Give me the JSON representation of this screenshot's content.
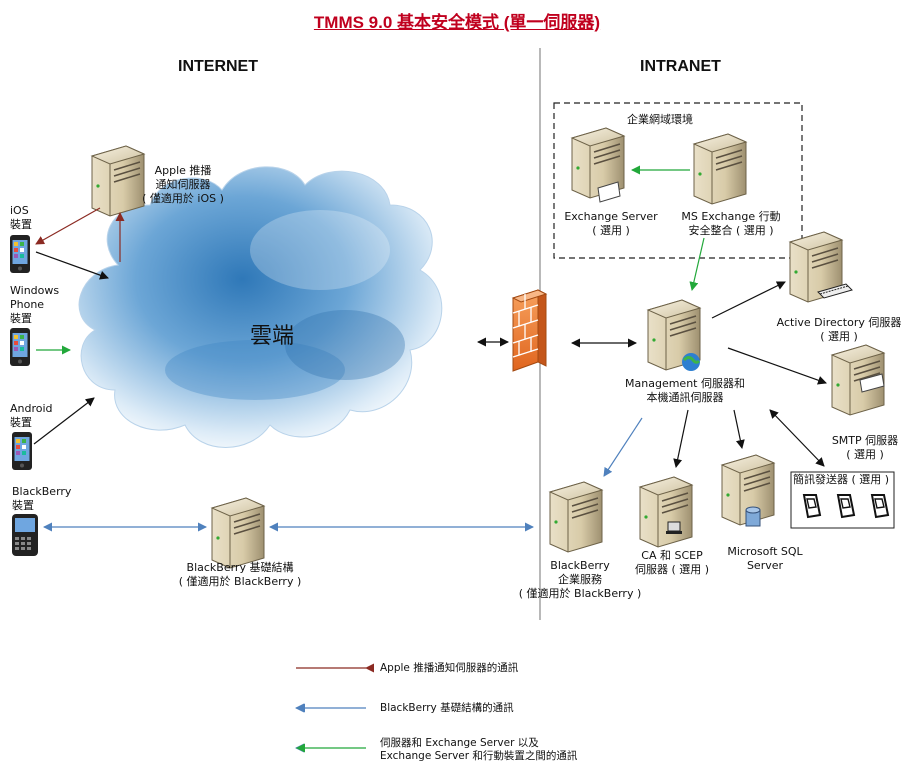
{
  "title": "TMMS 9.0 基本安全模式 (單一伺服器)",
  "regions": {
    "internet": "INTERNET",
    "intranet": "INTRANET"
  },
  "cloud_label": "雲端",
  "devices": {
    "ios": "iOS\n裝置",
    "windows_phone": "Windows\nPhone\n裝置",
    "android": "Android\n裝置",
    "blackberry": "BlackBerry\n裝置"
  },
  "servers": {
    "apple_push": "Apple 推播\n通知伺服器\n( 僅適用於 iOS )",
    "bb_infra": "BlackBerry 基礎結構\n( 僅適用於 BlackBerry )",
    "enterprise_domain": "企業網域環境",
    "exchange": "Exchange Server\n( 選用 )",
    "ms_exchange": "MS Exchange 行動\n安全整合 ( 選用 )",
    "active_directory": "Active Directory 伺服器\n( 選用 )",
    "management": "Management 伺服器和\n本機通訊伺服器",
    "smtp": "SMTP 伺服器\n( 選用 )",
    "sms_sender": "簡訊發送器 ( 選用 )",
    "bb_enterprise": "BlackBerry\n企業服務\n( 僅適用於 BlackBerry )",
    "ca_scep": "CA 和 SCEP\n伺服器 ( 選用 )",
    "sql": "Microsoft SQL\nServer"
  },
  "legend": [
    {
      "text": "Apple 推播通知伺服器的通訊",
      "color": "#8b2a22"
    },
    {
      "text": "BlackBerry 基礎結構的通訊",
      "color": "#4f81bd"
    },
    {
      "text": "伺服器和 Exchange Server 以及\nExchange Server 和行動裝置之間的通訊",
      "color": "#22a83a"
    }
  ],
  "icons": [
    "server-icon",
    "smartphone-icon",
    "firewall-icon",
    "cloud-icon",
    "globe-icon",
    "database-icon",
    "computer-icon",
    "mobile-phone-icon",
    "arrow-icon"
  ]
}
